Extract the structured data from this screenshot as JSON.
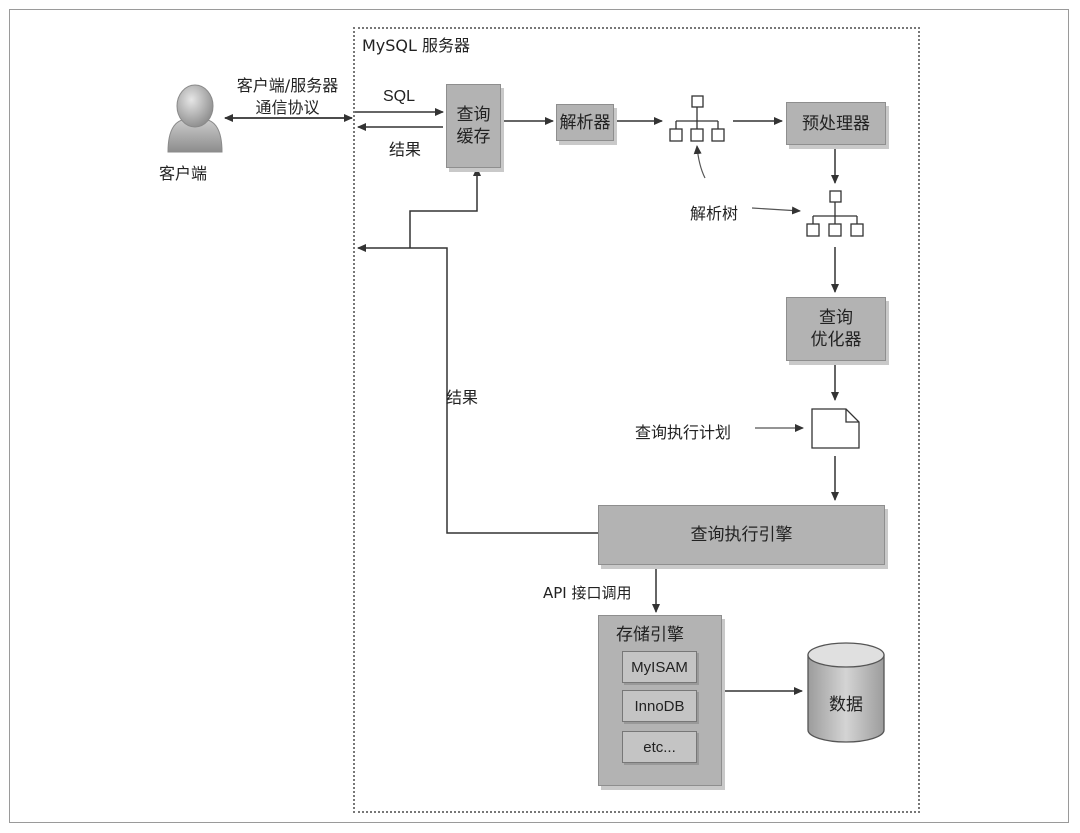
{
  "client": {
    "label": "客户端",
    "protocol_line1": "客户端/服务器",
    "protocol_line2": "通信协议"
  },
  "server": {
    "title": "MySQL 服务器"
  },
  "flow": {
    "sql_label": "SQL",
    "result_label_top": "结果",
    "result_label_mid": "结果",
    "api_label": "API 接口调用"
  },
  "boxes": {
    "cache_line1": "查询",
    "cache_line2": "缓存",
    "parser": "解析器",
    "preprocessor": "预处理器",
    "optimizer_line1": "查询",
    "optimizer_line2": "优化器",
    "executor": "查询执行引擎"
  },
  "annotations": {
    "parse_tree": "解析树",
    "exec_plan": "查询执行计划"
  },
  "storage": {
    "title": "存储引擎",
    "engines": [
      "MyISAM",
      "InnoDB",
      "etc..."
    ]
  },
  "data_store": {
    "label": "数据"
  }
}
